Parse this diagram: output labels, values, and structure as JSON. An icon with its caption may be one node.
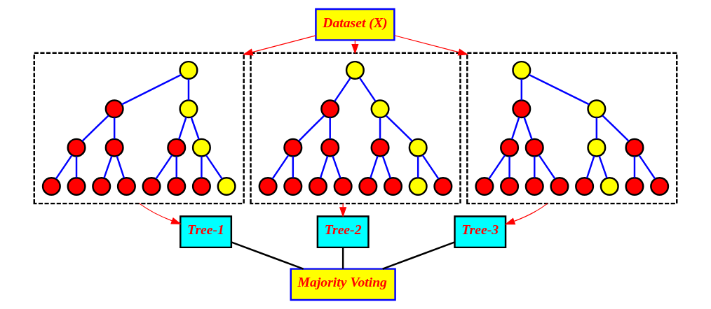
{
  "diagram": {
    "nodes": [
      {
        "text": [
          "Dataset (X)"
        ]
      },
      {
        "text": [],
        "shape": "box"
      },
      {
        "text": [],
        "shape": "circle",
        "in": 1
      },
      {
        "text": [],
        "shape": "circle",
        "in": 1
      },
      {
        "text": [],
        "shape": "circle",
        "in": 1
      },
      {
        "text": [],
        "shape": "circle",
        "in": 1
      },
      {
        "text": [],
        "shape": "circle",
        "in": 1
      },
      {
        "text": [],
        "shape": "circle",
        "in": 1
      },
      {
        "text": [],
        "shape": "circle",
        "in": 1
      },
      {
        "text": [],
        "shape": "circle",
        "in": 1
      },
      {
        "text": [],
        "shape": "circle",
        "in": 1
      },
      {
        "text": [],
        "shape": "circle",
        "in": 1
      },
      {
        "text": [],
        "shape": "circle",
        "in": 1
      },
      {
        "text": [],
        "shape": "circle",
        "in": 1
      },
      {
        "text": [],
        "shape": "circle",
        "in": 1
      },
      {
        "text": [],
        "shape": "circle",
        "in": 1
      },
      {
        "text": [],
        "shape": "circle",
        "in": 1
      },
      {
        "text": [],
        "shape": "box"
      },
      {
        "text": [],
        "shape": "circle",
        "in": 17
      },
      {
        "text": [],
        "shape": "circle",
        "in": 17
      },
      {
        "text": [],
        "shape": "circle",
        "in": 17
      },
      {
        "text": [],
        "shape": "circle",
        "in": 17
      },
      {
        "text": [],
        "shape": "circle",
        "in": 17
      },
      {
        "text": [],
        "shape": "circle",
        "in": 17
      },
      {
        "text": [],
        "shape": "circle",
        "in": 17
      },
      {
        "text": [],
        "shape": "circle",
        "in": 17
      },
      {
        "text": [],
        "shape": "circle",
        "in": 17
      },
      {
        "text": [],
        "shape": "circle",
        "in": 17
      },
      {
        "text": [],
        "shape": "circle",
        "in": 17
      },
      {
        "text": [],
        "shape": "circle",
        "in": 17
      },
      {
        "text": [],
        "shape": "circle",
        "in": 17
      },
      {
        "text": [],
        "shape": "circle",
        "in": 17
      },
      {
        "text": [],
        "shape": "circle",
        "in": 17
      },
      {
        "text": [],
        "shape": "box"
      },
      {
        "text": [],
        "shape": "circle",
        "in": 33
      },
      {
        "text": [],
        "shape": "circle",
        "in": 33
      },
      {
        "text": [],
        "shape": "circle",
        "in": 33
      },
      {
        "text": [],
        "shape": "circle",
        "in": 33
      },
      {
        "text": [],
        "shape": "circle",
        "in": 33
      },
      {
        "text": [],
        "shape": "circle",
        "in": 33
      },
      {
        "text": [],
        "shape": "circle",
        "in": 33
      },
      {
        "text": [],
        "shape": "circle",
        "in": 33
      },
      {
        "text": [],
        "shape": "circle",
        "in": 33
      },
      {
        "text": [],
        "shape": "circle",
        "in": 33
      },
      {
        "text": [],
        "shape": "circle",
        "in": 33
      },
      {
        "text": [],
        "shape": "circle",
        "in": 33
      },
      {
        "text": [],
        "shape": "circle",
        "in": 33
      },
      {
        "text": [],
        "shape": "circle",
        "in": 33
      },
      {
        "text": [],
        "shape": "circle",
        "in": 33
      },
      {
        "text": [
          "Tree-1"
        ]
      },
      {
        "text": [
          "Tree-2"
        ]
      },
      {
        "text": [
          "Tree-3"
        ]
      },
      {
        "text": [
          "Majority Voting"
        ]
      }
    ],
    "edges": [
      {
        "from": 0,
        "to": 1,
        "arrow": "to",
        "color": "#ff0000"
      },
      {
        "from": 0,
        "to": 17,
        "arrow": "to",
        "color": "#ff0000"
      },
      {
        "from": 0,
        "to": 33,
        "arrow": "to",
        "color": "#ff0000"
      },
      {
        "from": 2,
        "to": 3,
        "arrow": "none"
      },
      {
        "from": 2,
        "to": 4,
        "arrow": "none"
      },
      {
        "from": 3,
        "to": 5,
        "arrow": "none"
      },
      {
        "from": 3,
        "to": 6,
        "arrow": "none"
      },
      {
        "from": 4,
        "to": 7,
        "arrow": "none"
      },
      {
        "from": 4,
        "to": 8,
        "arrow": "none"
      },
      {
        "from": 5,
        "to": 9,
        "arrow": "none"
      },
      {
        "from": 5,
        "to": 10,
        "arrow": "none"
      },
      {
        "from": 6,
        "to": 11,
        "arrow": "none"
      },
      {
        "from": 6,
        "to": 12,
        "arrow": "none"
      },
      {
        "from": 7,
        "to": 13,
        "arrow": "none"
      },
      {
        "from": 7,
        "to": 14,
        "arrow": "none"
      },
      {
        "from": 8,
        "to": 15,
        "arrow": "none"
      },
      {
        "from": 8,
        "to": 16,
        "arrow": "none"
      },
      {
        "from": 18,
        "to": 19,
        "arrow": "none"
      },
      {
        "from": 18,
        "to": 20,
        "arrow": "none"
      },
      {
        "from": 19,
        "to": 21,
        "arrow": "none"
      },
      {
        "from": 19,
        "to": 22,
        "arrow": "none"
      },
      {
        "from": 20,
        "to": 23,
        "arrow": "none"
      },
      {
        "from": 20,
        "to": 24,
        "arrow": "none"
      },
      {
        "from": 21,
        "to": 25,
        "arrow": "none"
      },
      {
        "from": 21,
        "to": 26,
        "arrow": "none"
      },
      {
        "from": 22,
        "to": 27,
        "arrow": "none"
      },
      {
        "from": 22,
        "to": 28,
        "arrow": "none"
      },
      {
        "from": 23,
        "to": 29,
        "arrow": "none"
      },
      {
        "from": 23,
        "to": 30,
        "arrow": "none"
      },
      {
        "from": 24,
        "to": 31,
        "arrow": "none"
      },
      {
        "from": 24,
        "to": 32,
        "arrow": "none"
      },
      {
        "from": 34,
        "to": 35,
        "arrow": "none"
      },
      {
        "from": 34,
        "to": 36,
        "arrow": "none"
      },
      {
        "from": 35,
        "to": 37,
        "arrow": "none"
      },
      {
        "from": 35,
        "to": 38,
        "arrow": "none"
      },
      {
        "from": 36,
        "to": 39,
        "arrow": "none"
      },
      {
        "from": 36,
        "to": 40,
        "arrow": "none"
      },
      {
        "from": 37,
        "to": 41,
        "arrow": "none"
      },
      {
        "from": 37,
        "to": 42,
        "arrow": "none"
      },
      {
        "from": 38,
        "to": 43,
        "arrow": "none"
      },
      {
        "from": 38,
        "to": 44,
        "arrow": "none"
      },
      {
        "from": 39,
        "to": 45,
        "arrow": "none"
      },
      {
        "from": 39,
        "to": 46,
        "arrow": "none"
      },
      {
        "from": 40,
        "to": 47,
        "arrow": "none"
      },
      {
        "from": 40,
        "to": 48,
        "arrow": "none"
      },
      {
        "from": 1,
        "to": 49,
        "arrow": "to",
        "color": "#ff0000"
      },
      {
        "from": 17,
        "to": 50,
        "arrow": "to",
        "color": "#ff0000"
      },
      {
        "from": 33,
        "to": 51,
        "arrow": "to",
        "color": "#ff0000"
      },
      {
        "from": 49,
        "to": 52,
        "arrow": "none",
        "color": "#000000"
      },
      {
        "from": 50,
        "to": 52,
        "arrow": "none",
        "color": "#000000"
      },
      {
        "from": 51,
        "to": 52,
        "arrow": "none",
        "color": "#000000"
      }
    ]
  }
}
